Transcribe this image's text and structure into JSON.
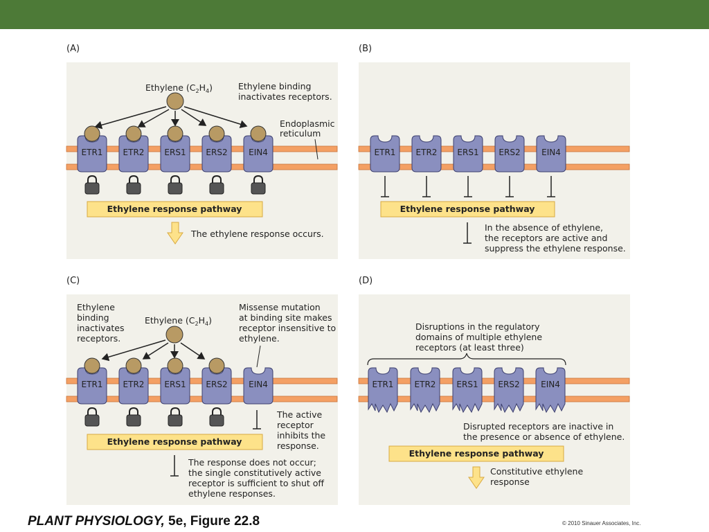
{
  "header": {
    "title": "Figure 22.8  Model for ethylene receptor action based on the phenotype of receptor mutants"
  },
  "receptors": [
    "ETR1",
    "ETR2",
    "ERS1",
    "ERS2",
    "EIN4"
  ],
  "panel_a": {
    "letter": "(A)",
    "ethylene_label": "Ethylene (C",
    "ethylene_sub1": "2",
    "ethylene_mid": "H",
    "ethylene_sub2": "4",
    "ethylene_close": ")",
    "binding_note": [
      "Ethylene binding",
      "inactivates receptors."
    ],
    "er_label": [
      "Endoplasmic",
      "reticulum"
    ],
    "pathway": "Ethylene response pathway",
    "outcome": "The ethylene response occurs."
  },
  "panel_b": {
    "letter": "(B)",
    "pathway": "Ethylene response pathway",
    "note": [
      "In the absence of ethylene,",
      "the receptors are active and",
      "suppress the ethylene response."
    ]
  },
  "panel_c": {
    "letter": "(C)",
    "binding_note": [
      "Ethylene",
      "binding",
      "inactivates",
      "receptors."
    ],
    "ethylene_label": "Ethylene (C",
    "ethylene_sub1": "2",
    "ethylene_mid": "H",
    "ethylene_sub2": "4",
    "ethylene_close": ")",
    "mutation_note": [
      "Missense mutation",
      "at binding site makes",
      "receptor insensitive to",
      "ethylene."
    ],
    "active_note": [
      "The active",
      "receptor",
      "inhibits the",
      "response."
    ],
    "pathway": "Ethylene response pathway",
    "outcome": [
      "The response does not occur;",
      "the single constitutively active",
      "receptor is sufficient to shut off",
      "ethylene responses."
    ]
  },
  "panel_d": {
    "letter": "(D)",
    "disruption_note": [
      "Disruptions in the regulatory",
      "domains of multiple ethylene",
      "receptors (at least three)"
    ],
    "inactive_note": [
      "Disrupted receptors are inactive in",
      "the presence or absence of ethylene."
    ],
    "pathway": "Ethylene response pathway",
    "outcome": [
      "Constitutive ethylene",
      "response"
    ]
  },
  "footer": {
    "book": "PLANT PHYSIOLOGY,",
    "edition": " 5e, Figure 22.8",
    "copyright": "© 2010 Sinauer Associates, Inc."
  },
  "colors": {
    "title_bg": "#4d7a37",
    "panel_bg": "#f2f1ea",
    "membrane": "#f4a064",
    "receptor": "#8a8fbf",
    "ethylene": "#b89a64",
    "pathway_box": "#fde28a",
    "arrow_fill": "#fde28a",
    "lock": "#555555"
  }
}
